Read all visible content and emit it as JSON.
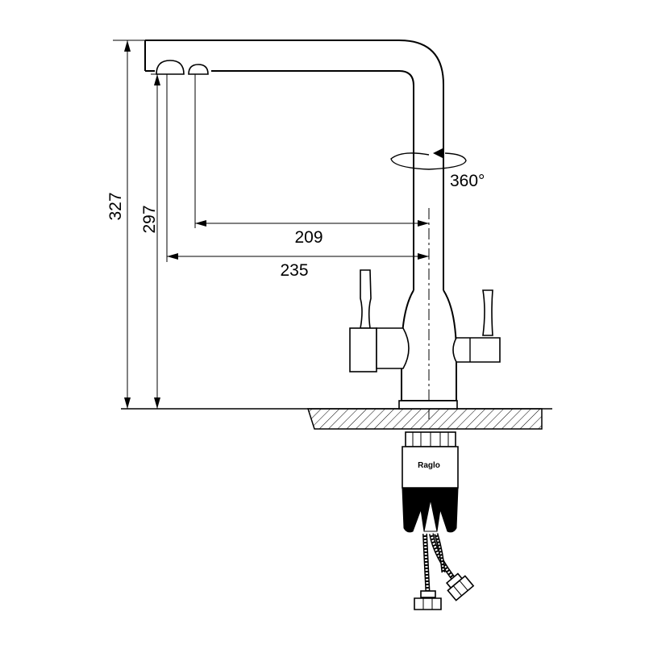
{
  "dimensions": {
    "height_total": "327",
    "height_spout": "297",
    "reach_inner": "209",
    "reach_outer": "235",
    "rotation": "360°"
  },
  "brand": "Raglo",
  "colors": {
    "line": "#000000",
    "background": "#ffffff"
  }
}
